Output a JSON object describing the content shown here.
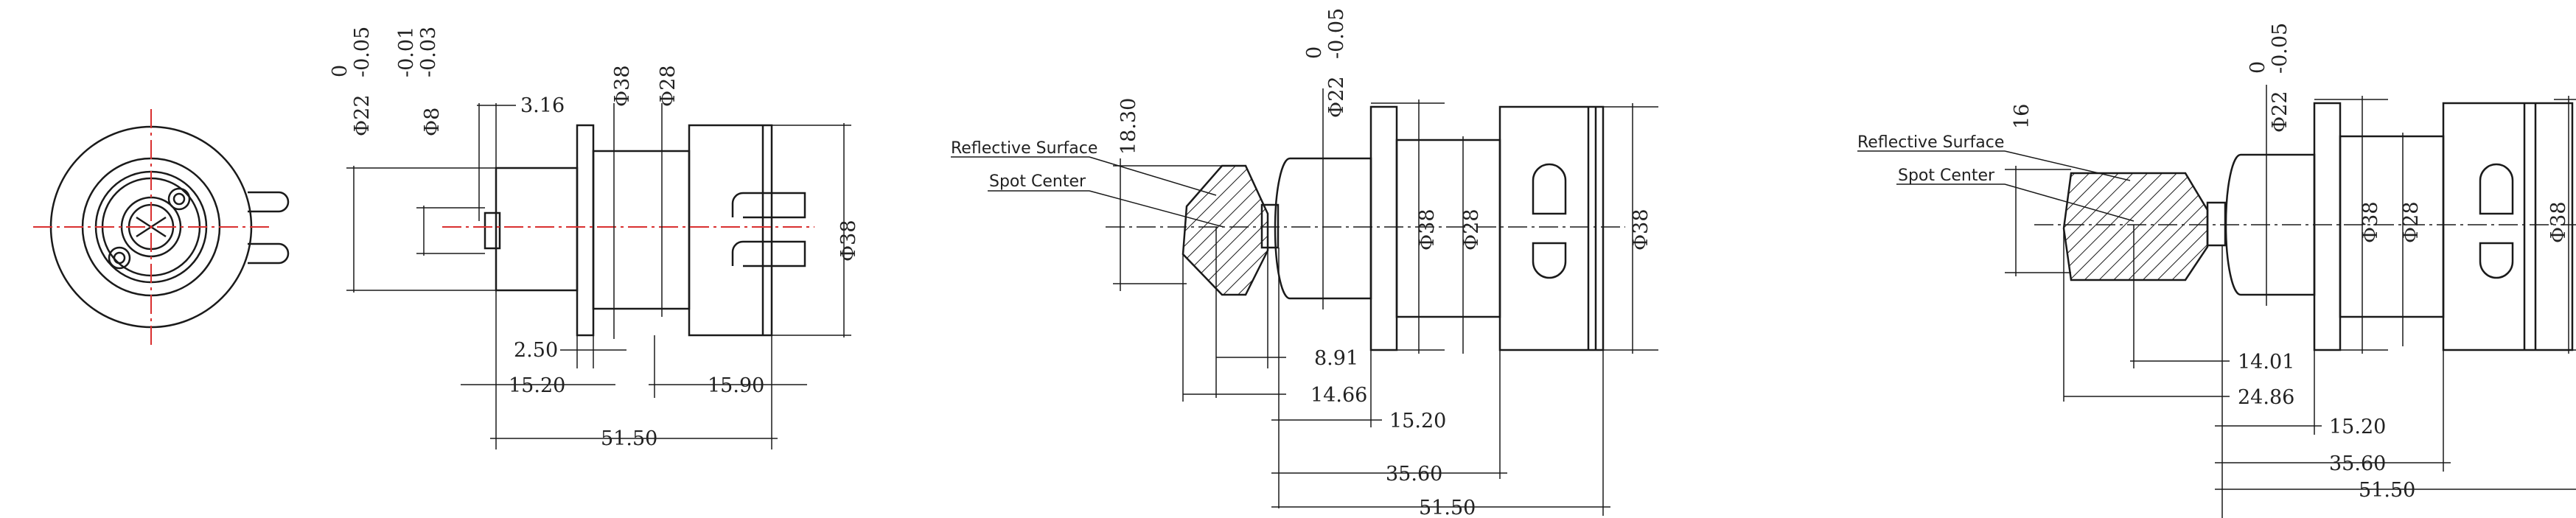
{
  "colors": {
    "ink": "#1a1a1a",
    "centerline": "#d93030",
    "background": "#ffffff"
  },
  "views": {
    "front": {
      "dims": {
        "d22_tol": "0\n-0.05",
        "d22": "Φ22",
        "d8_tol": "-0.01\n-0.03",
        "d8": "Φ8",
        "t316": "3.16",
        "d38a": "Φ38",
        "d28": "Φ28",
        "d38b": "Φ38",
        "t250": "2.50",
        "t1520": "15.20",
        "t1590": "15.90",
        "t5150": "51.50"
      }
    },
    "side1": {
      "labels": {
        "reflective": "Reflective Surface",
        "spot": "Spot Center"
      },
      "dims": {
        "h1830": "18.30",
        "d22_tol": "0\n-0.05",
        "d22": "Φ22",
        "d38a": "Φ38",
        "d28": "Φ28",
        "d38b": "Φ38",
        "t891": "8.91",
        "t1466": "14.66",
        "t1520": "15.20",
        "t3560": "35.60",
        "t5150": "51.50"
      }
    },
    "side2": {
      "labels": {
        "reflective": "Reflective Surface",
        "spot": "Spot Center"
      },
      "dims": {
        "h16": "16",
        "d22_tol": "0\n-0.05",
        "d22": "Φ22",
        "d38a": "Φ38",
        "d28": "Φ28",
        "d38b": "Φ38",
        "t1401": "14.01",
        "t2486": "24.86",
        "t1520": "15.20",
        "t3560": "35.60",
        "t5150": "51.50"
      }
    }
  }
}
